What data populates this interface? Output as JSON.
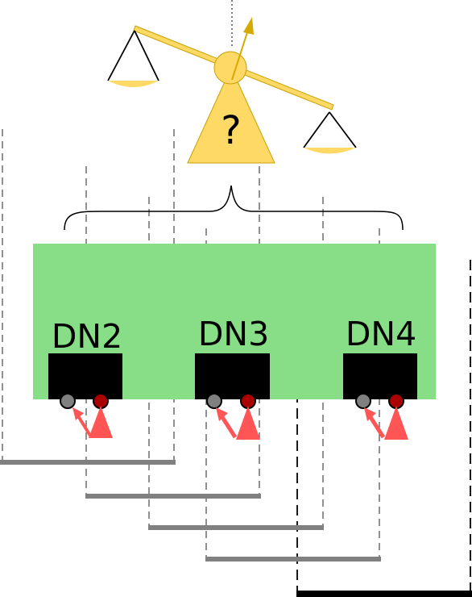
{
  "scale_widget": {
    "unknown_symbol": "?",
    "color": "#FFD966",
    "arrow_color": "#D4AA00"
  },
  "region": {
    "color": "#87DE87"
  },
  "nodes": [
    {
      "id": "dn2",
      "label": "DN2"
    },
    {
      "id": "dn3",
      "label": "DN3"
    },
    {
      "id": "dn4",
      "label": "DN4"
    }
  ],
  "colors": {
    "node_box": "#000000",
    "sensor_gray": "#808080",
    "sensor_red": "#AA0000",
    "signal_arrow": "#FF5555",
    "bar_gray": "#808080",
    "bar_black": "#000000"
  }
}
